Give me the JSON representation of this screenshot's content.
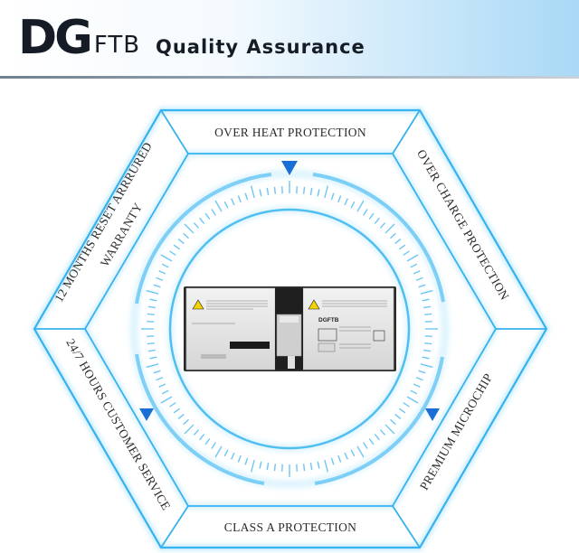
{
  "header": {
    "logo_mark": "DG",
    "logo_suffix": "FTB",
    "title": "Quality Assurance"
  },
  "features": {
    "top": "OVER HEAT PROTECTION",
    "top_right": "OVER CHARGE PROTECTION",
    "bottom_right": "PREMIUM MICROCHIP",
    "bottom": "CLASS A PROTECTION",
    "bottom_left": "24/7 HOURS CUSTOMER SERVICE",
    "top_left_line1": "12 MONTHS RESET ARRRURED",
    "top_left_line2": "WARRANTY"
  },
  "battery": {
    "brand": "DGFTB"
  },
  "colors": {
    "hex_stroke": "#36b2ee",
    "hex_glow": "#8fd8fb",
    "arrow": "#1a6fd6",
    "dark": "#151c25"
  }
}
